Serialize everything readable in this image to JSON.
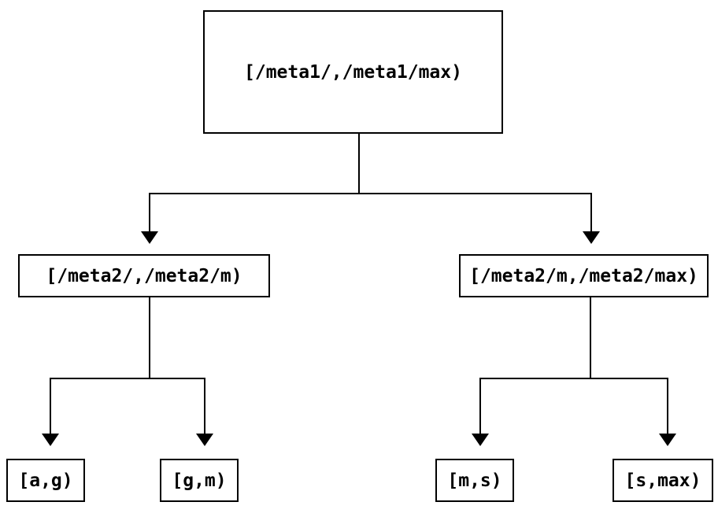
{
  "diagram": {
    "type": "tree",
    "nodes": {
      "root": {
        "label": "[/meta1/,/meta1/max)"
      },
      "mid_left": {
        "label": "[/meta2/,/meta2/m)"
      },
      "mid_right": {
        "label": "[/meta2/m,/meta2/max)"
      },
      "leaf_ag": {
        "label": "[a,g)"
      },
      "leaf_gm": {
        "label": "[g,m)"
      },
      "leaf_ms": {
        "label": "[m,s)"
      },
      "leaf_smax": {
        "label": "[s,max)"
      }
    },
    "edges": [
      {
        "from": "root",
        "to": "mid_left"
      },
      {
        "from": "root",
        "to": "mid_right"
      },
      {
        "from": "mid_left",
        "to": "leaf_ag"
      },
      {
        "from": "mid_left",
        "to": "leaf_gm"
      },
      {
        "from": "mid_right",
        "to": "leaf_ms"
      },
      {
        "from": "mid_right",
        "to": "leaf_smax"
      }
    ],
    "colors": {
      "line": "#000000",
      "text": "#000000",
      "background": "#ffffff"
    }
  }
}
